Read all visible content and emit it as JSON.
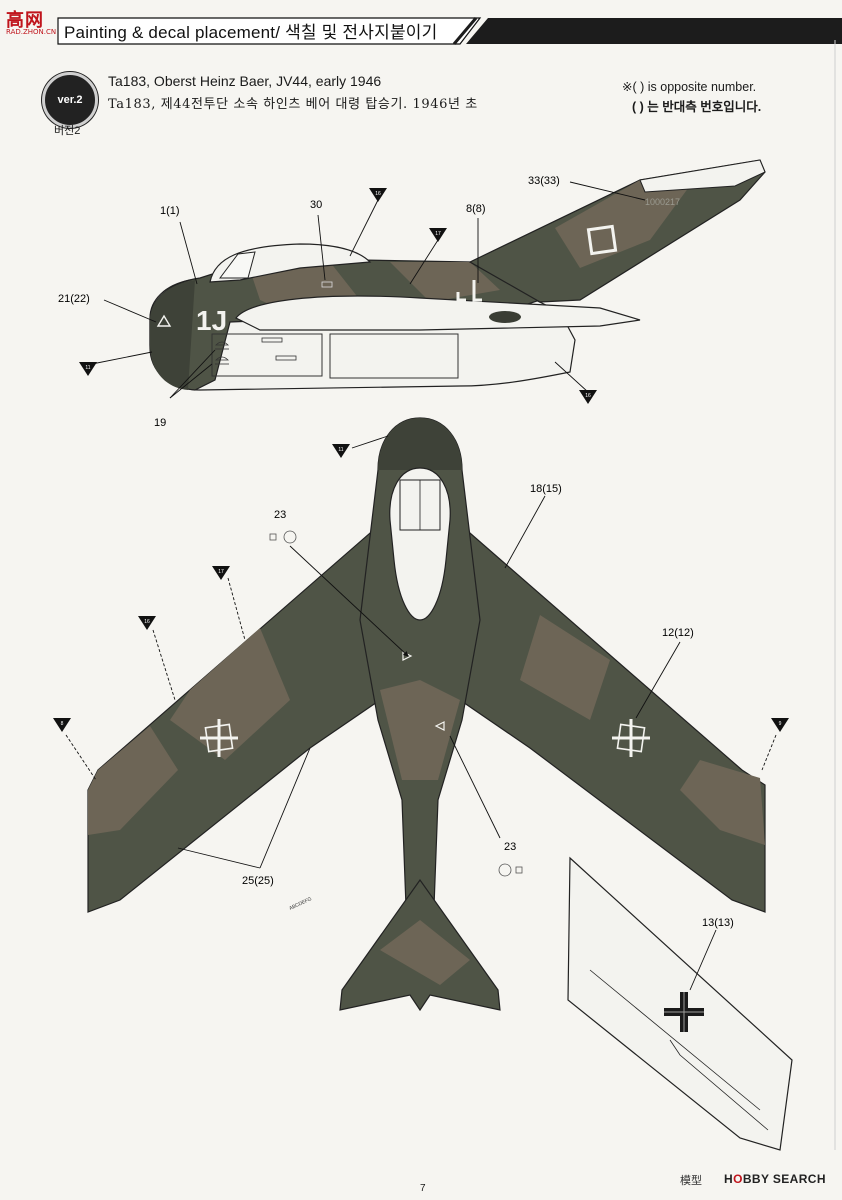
{
  "header": {
    "title": "Painting & decal placement/ 색칠 및 전사지붙이기",
    "logo": "高网",
    "logo_sub": "RAD.ZHON.CN"
  },
  "version": {
    "badge": "ver.2",
    "sub": "버전2"
  },
  "aircraft": {
    "title_en": "Ta183, Oberst Heinz Baer, JV44, early 1946",
    "title_ko": "Ta183, 제44전투단 소속 하인츠 베어 대령 탑승기. 1946년 초"
  },
  "note": {
    "en": "※(   ) is opposite number.",
    "ko": "(   ) 는 반대측 번호입니다."
  },
  "side_view": {
    "code_letters": "1J",
    "serial": "1000217",
    "callouts": {
      "c1": "1(1)",
      "c30": "30",
      "c8": "8(8)",
      "c33": "33(33)",
      "c21": "21(22)",
      "c19": "19"
    },
    "color_marks": {
      "m16a": "16",
      "m17a": "17",
      "m11a": "11",
      "m16b": "16"
    }
  },
  "top_view": {
    "callouts": {
      "c23a": "23",
      "c18": "18(15)",
      "c12": "12(12)",
      "c23b": "23",
      "c25": "25(25)",
      "c13": "13(13)"
    },
    "color_marks": {
      "m11": "11",
      "m17": "17",
      "m16": "16",
      "m8": "8",
      "m9": "9"
    }
  },
  "footer": {
    "page": "7",
    "prefix": "模型",
    "brand_a": "H",
    "brand_o": "O",
    "brand_b": "BBY SEARCH"
  },
  "colors": {
    "camo_dark": "#4b5043",
    "camo_mid": "#6d6556",
    "underside": "#f3f3ef",
    "ink": "#1a1a1a",
    "brand_red": "#c0141c"
  }
}
